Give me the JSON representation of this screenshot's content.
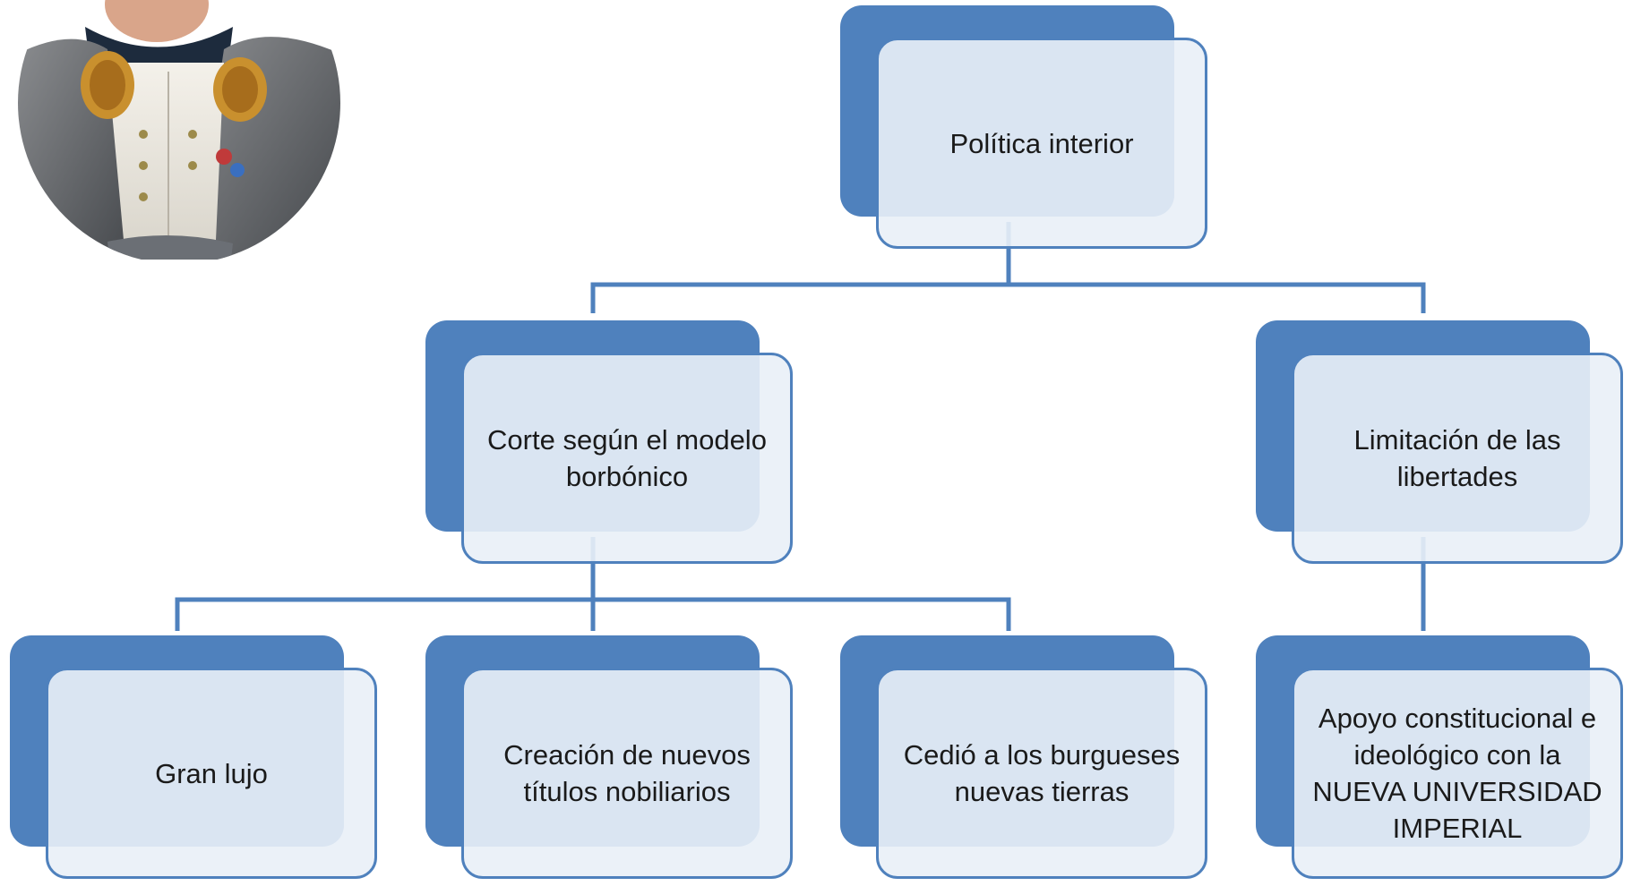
{
  "nodes": {
    "root": {
      "label": "Política interior"
    },
    "court": {
      "label": "Corte según el modelo borbónico"
    },
    "limits": {
      "label": "Limitación de las libertades"
    },
    "luxury": {
      "label": "Gran lujo"
    },
    "titles": {
      "label": "Creación de nuevos títulos nobiliarios"
    },
    "lands": {
      "label": "Cedió a los burgueses nuevas tierras"
    },
    "university": {
      "label": "Apoyo constitucional e ideológico con la NUEVA UNIVERSIDAD IMPERIAL"
    }
  },
  "colors": {
    "accent": "#4f81bd",
    "box_fill": "#e9eff7",
    "text": "#1a1a1a"
  },
  "image": {
    "subject": "portrait-photo"
  }
}
